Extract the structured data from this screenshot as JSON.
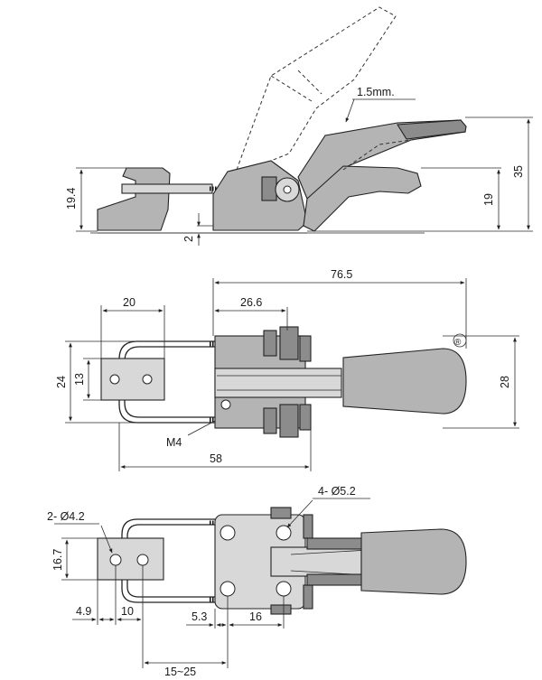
{
  "side_view": {
    "thickness_label": "1.5mm.",
    "dims": {
      "overall_height": "35",
      "handle_height": "19",
      "hook_height": "19.4",
      "base_thickness": "2"
    }
  },
  "top_view": {
    "dims": {
      "overall_length": "76.5",
      "hook_width": "20",
      "center_offset": "26.6",
      "width_24": "24",
      "width_13": "13",
      "width_28": "28",
      "length_58": "58"
    },
    "thread_label": "M4",
    "registered_mark": "®"
  },
  "bottom_view": {
    "hole_small": "2- Ø4.2",
    "hole_large": "4- Ø5.2",
    "dims": {
      "plate_height": "16.7",
      "edge_offset": "4.9",
      "hole_pitch": "10",
      "hole_offset": "5.3",
      "base_pitch": "16",
      "adjust_range": "15~25"
    }
  }
}
